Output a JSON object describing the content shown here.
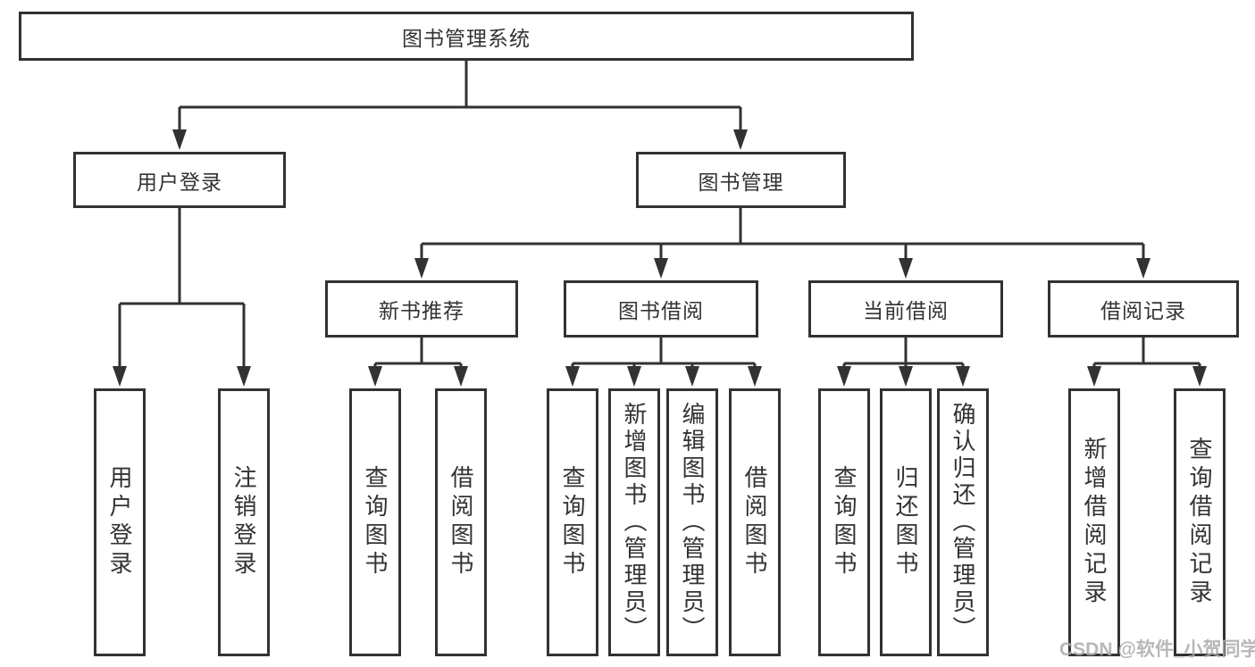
{
  "title": "图书管理系统",
  "tree": {
    "root": {
      "label": "图书管理系统"
    },
    "branches": [
      {
        "label": "用户登录",
        "children": [
          {
            "label": "用户登录"
          },
          {
            "label": "注销登录"
          }
        ]
      },
      {
        "label": "图书管理",
        "children": [
          {
            "label": "新书推荐",
            "children": [
              {
                "label": "查询图书"
              },
              {
                "label": "借阅图书"
              }
            ]
          },
          {
            "label": "图书借阅",
            "children": [
              {
                "label": "查询图书"
              },
              {
                "label": "新增图书（管理员）"
              },
              {
                "label": "编辑图书（管理员）"
              },
              {
                "label": "借阅图书"
              }
            ]
          },
          {
            "label": "当前借阅",
            "children": [
              {
                "label": "查询图书"
              },
              {
                "label": "归还图书"
              },
              {
                "label": "确认归还（管理员）"
              }
            ]
          },
          {
            "label": "借阅记录",
            "children": [
              {
                "label": "新增借阅记录"
              },
              {
                "label": "查询借阅记录"
              }
            ]
          }
        ]
      }
    ]
  },
  "watermark": "CSDN @软件_小贺同学",
  "colors": {
    "line": "#323232",
    "text": "#333333",
    "background": "#ffffff",
    "watermark": "#aaaaaa"
  }
}
